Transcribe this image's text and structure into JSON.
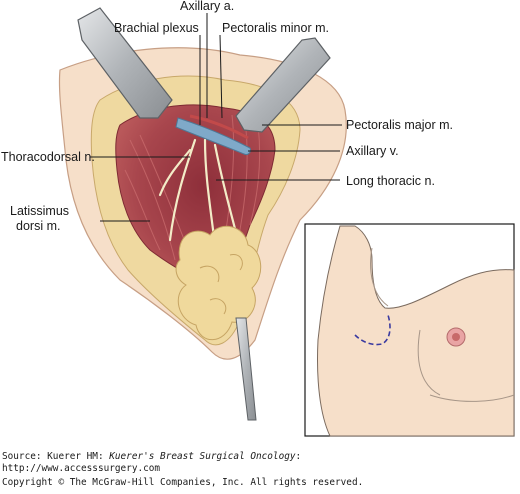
{
  "labels": {
    "axillary_a": "Axillary a.",
    "brachial_plexus": "Brachial plexus",
    "pectoralis_minor": "Pectoralis minor m.",
    "pectoralis_major": "Pectoralis major m.",
    "thoracodorsal": "Thoracodorsal n.",
    "axillary_v": "Axillary v.",
    "long_thoracic": "Long thoracic n.",
    "latissimus_line1": "Latissimus",
    "latissimus_line2": "dorsi m."
  },
  "footer": {
    "source_prefix": "Source: Kuerer HM: ",
    "source_title": "Kuerer's Breast Surgical Oncology",
    "source_suffix": ":",
    "url": "http://www.accesssurgery.com",
    "copyright": "Copyright © The McGraw-Hill Companies, Inc. All rights reserved."
  },
  "colors": {
    "skin": "#f6dfc9",
    "fat": "#efd9a0",
    "muscle": "#a8424a",
    "vein": "#7fa9c9",
    "nerve": "#f3ecc8",
    "retractor": "#b5b8bb",
    "incision_mark": "#3a3aa0"
  }
}
